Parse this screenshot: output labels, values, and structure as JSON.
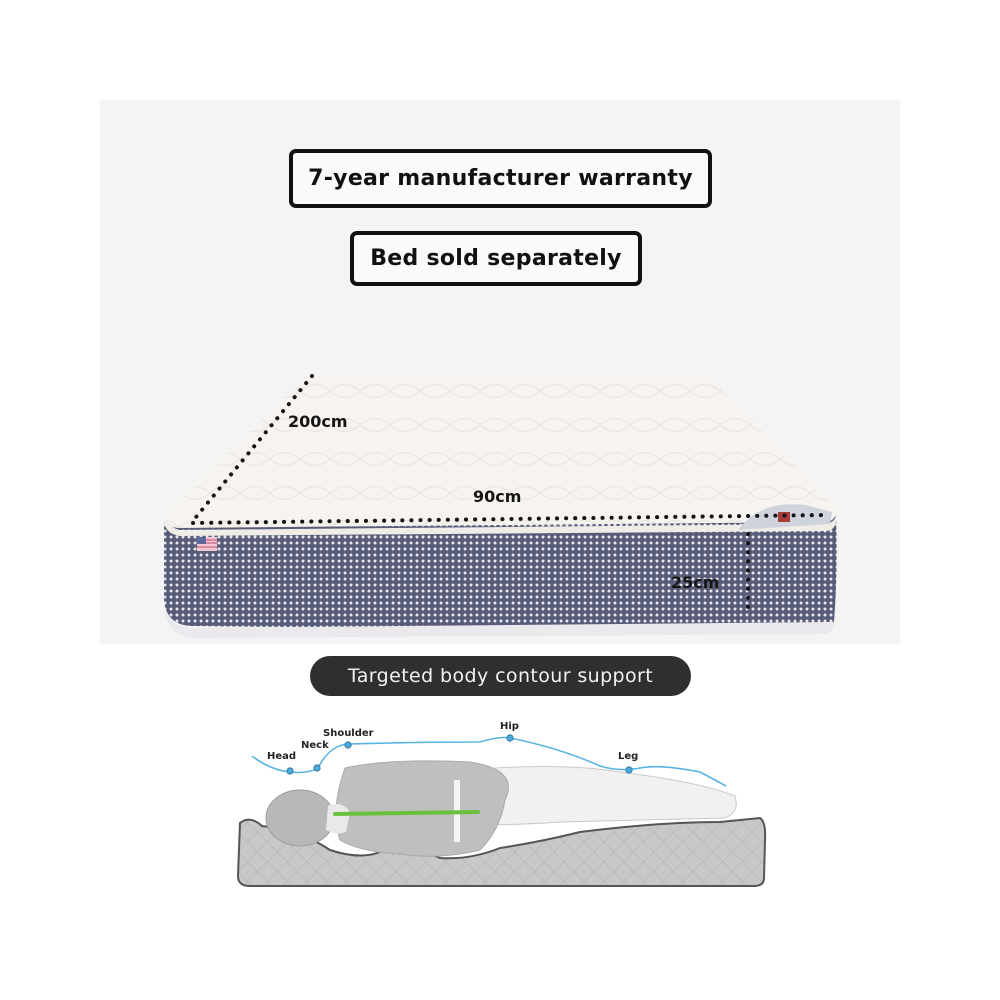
{
  "badges": {
    "warranty": "7-year manufacturer warranty",
    "bed": "Bed sold separately"
  },
  "dimensions": {
    "length": "200cm",
    "width": "90cm",
    "height": "25cm"
  },
  "support_section": {
    "title": "Targeted body contour support",
    "points": [
      {
        "label": "Head"
      },
      {
        "label": "Neck"
      },
      {
        "label": "Shoulder"
      },
      {
        "label": "Hip"
      },
      {
        "label": "Leg"
      }
    ]
  },
  "colors": {
    "panel_bg": "#f4f4f4",
    "badge_border": "#111111",
    "pill_bg": "#2f2f2f",
    "contour_line": "#5ab4e3",
    "spine_line": "#6cc040",
    "mattress_side": "#5a5e78"
  }
}
